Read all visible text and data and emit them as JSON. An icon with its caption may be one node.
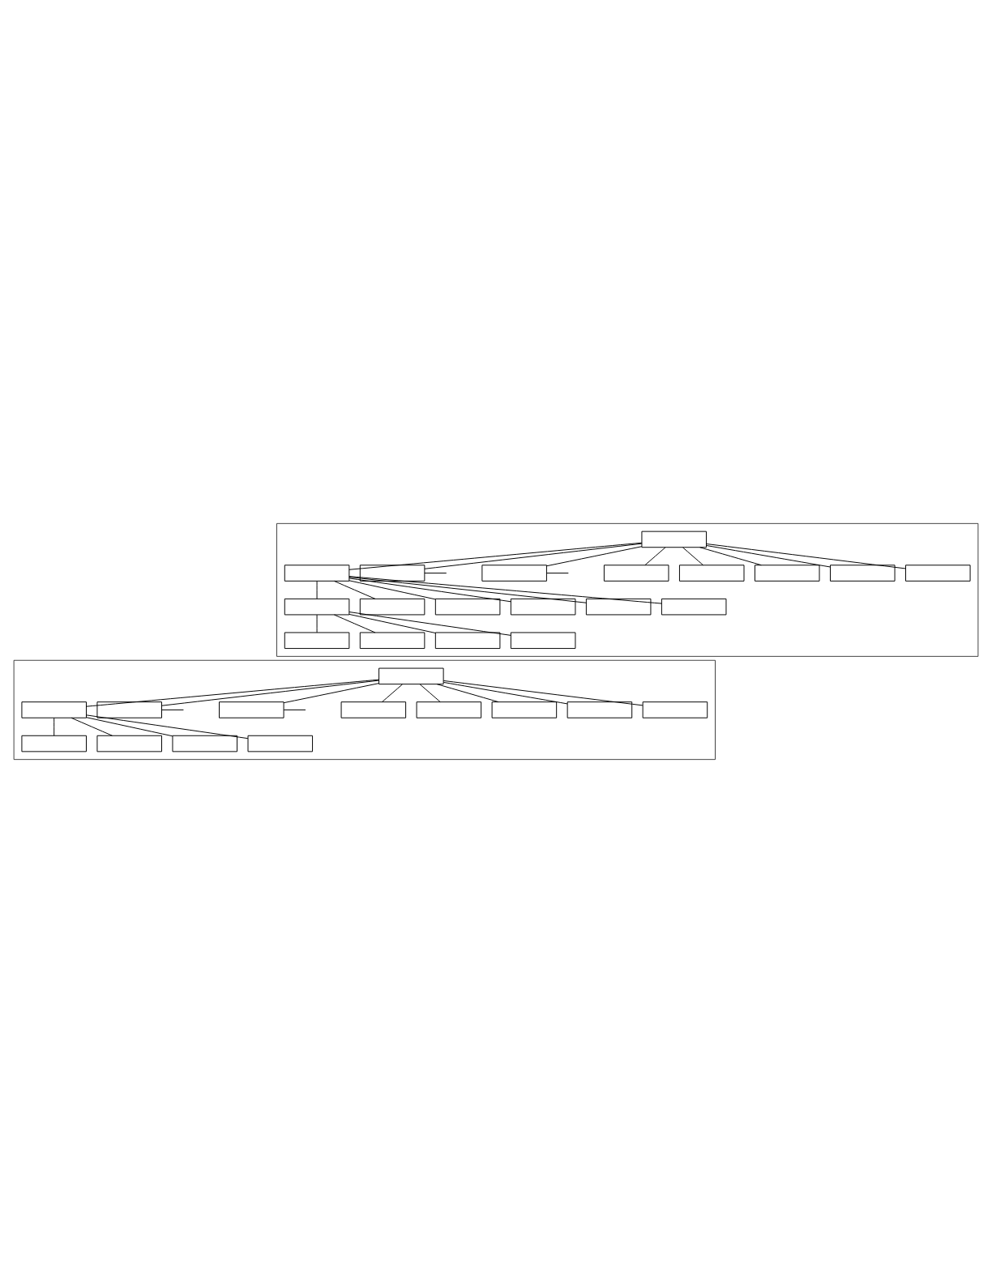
{
  "diagram": {
    "nodes": [
      {
        "text": [],
        "shape": "box"
      },
      {
        "text": [],
        "shape": "box",
        "in": 0
      },
      {
        "text": [],
        "shape": "box",
        "in": 0
      },
      {
        "text": [],
        "shape": "box",
        "in": 0
      },
      {
        "text": [],
        "shape": "box",
        "in": 0
      },
      {
        "text": [],
        "shape": "box",
        "in": 0
      },
      {
        "text": [],
        "shape": "box",
        "in": 0
      },
      {
        "text": [],
        "shape": "box",
        "in": 0
      },
      {
        "text": [],
        "shape": "box",
        "in": 0
      },
      {
        "text": [],
        "shape": "box",
        "in": 0
      },
      {
        "text": [],
        "shape": "box",
        "in": 0
      },
      {
        "text": [],
        "shape": "box",
        "in": 0
      },
      {
        "text": [],
        "shape": "box",
        "in": 0
      },
      {
        "text": [],
        "shape": "box",
        "in": 0
      },
      {
        "text": [],
        "shape": "box",
        "in": 0
      },
      {
        "text": [],
        "shape": "box",
        "in": 0
      },
      {
        "text": [],
        "shape": "box",
        "in": 0
      },
      {
        "text": [],
        "shape": "box",
        "in": 0
      },
      {
        "text": [],
        "shape": "box",
        "in": 0
      },
      {
        "text": [],
        "shape": "box",
        "in": 0
      },
      {
        "text": [],
        "shape": "box"
      },
      {
        "text": [],
        "shape": "box",
        "in": 20
      },
      {
        "text": [],
        "shape": "box",
        "in": 20
      },
      {
        "text": [],
        "shape": "box",
        "in": 20
      },
      {
        "text": [],
        "shape": "box",
        "in": 20
      },
      {
        "text": [],
        "shape": "box",
        "in": 20
      },
      {
        "text": [],
        "shape": "box",
        "in": 20
      },
      {
        "text": [],
        "shape": "box",
        "in": 20
      },
      {
        "text": [],
        "shape": "box",
        "in": 20
      },
      {
        "text": [],
        "shape": "box",
        "in": 20
      },
      {
        "text": [],
        "shape": "box",
        "in": 20
      },
      {
        "text": [],
        "shape": "box",
        "in": 20
      },
      {
        "text": [],
        "shape": "box",
        "in": 20
      },
      {
        "text": [],
        "shape": "box",
        "in": 20
      }
    ],
    "edges": [
      {
        "from": 1,
        "to": 2,
        "arrow": "none"
      },
      {
        "from": 1,
        "to": 3,
        "arrow": "none"
      },
      {
        "from": 1,
        "to": 4,
        "arrow": "none"
      },
      {
        "from": 1,
        "to": 5,
        "arrow": "none"
      },
      {
        "from": 1,
        "to": 6,
        "arrow": "none"
      },
      {
        "from": 1,
        "to": 7,
        "arrow": "none"
      },
      {
        "from": 1,
        "to": 8,
        "arrow": "none"
      },
      {
        "from": 1,
        "to": 9,
        "arrow": "none"
      },
      {
        "from": 3,
        "to": null,
        "arrow": "none"
      },
      {
        "from": 4,
        "to": null,
        "arrow": "none"
      },
      {
        "from": 2,
        "to": 10,
        "arrow": "none"
      },
      {
        "from": 10,
        "to": 11,
        "arrow": "none"
      },
      {
        "from": 10,
        "to": 12,
        "arrow": "none"
      },
      {
        "from": 10,
        "to": 13,
        "arrow": "none"
      },
      {
        "from": 10,
        "to": 14,
        "arrow": "none"
      },
      {
        "from": 2,
        "to": 15,
        "arrow": "none"
      },
      {
        "from": 2,
        "to": 16,
        "arrow": "none"
      },
      {
        "from": 2,
        "to": 17,
        "arrow": "none"
      },
      {
        "from": 2,
        "to": 18,
        "arrow": "none"
      },
      {
        "from": 2,
        "to": 19,
        "arrow": "none"
      },
      {
        "from": 21,
        "to": 22,
        "arrow": "none"
      },
      {
        "from": 21,
        "to": 23,
        "arrow": "none"
      },
      {
        "from": 21,
        "to": 24,
        "arrow": "none"
      },
      {
        "from": 21,
        "to": 25,
        "arrow": "none"
      },
      {
        "from": 21,
        "to": 26,
        "arrow": "none"
      },
      {
        "from": 21,
        "to": 27,
        "arrow": "none"
      },
      {
        "from": 21,
        "to": 28,
        "arrow": "none"
      },
      {
        "from": 21,
        "to": 29,
        "arrow": "none"
      },
      {
        "from": 23,
        "to": null,
        "arrow": "none"
      },
      {
        "from": 24,
        "to": null,
        "arrow": "none"
      },
      {
        "from": 22,
        "to": 30,
        "arrow": "none"
      },
      {
        "from": 22,
        "to": 31,
        "arrow": "none"
      },
      {
        "from": 22,
        "to": 32,
        "arrow": "none"
      },
      {
        "from": 22,
        "to": 33,
        "arrow": "none"
      }
    ]
  }
}
